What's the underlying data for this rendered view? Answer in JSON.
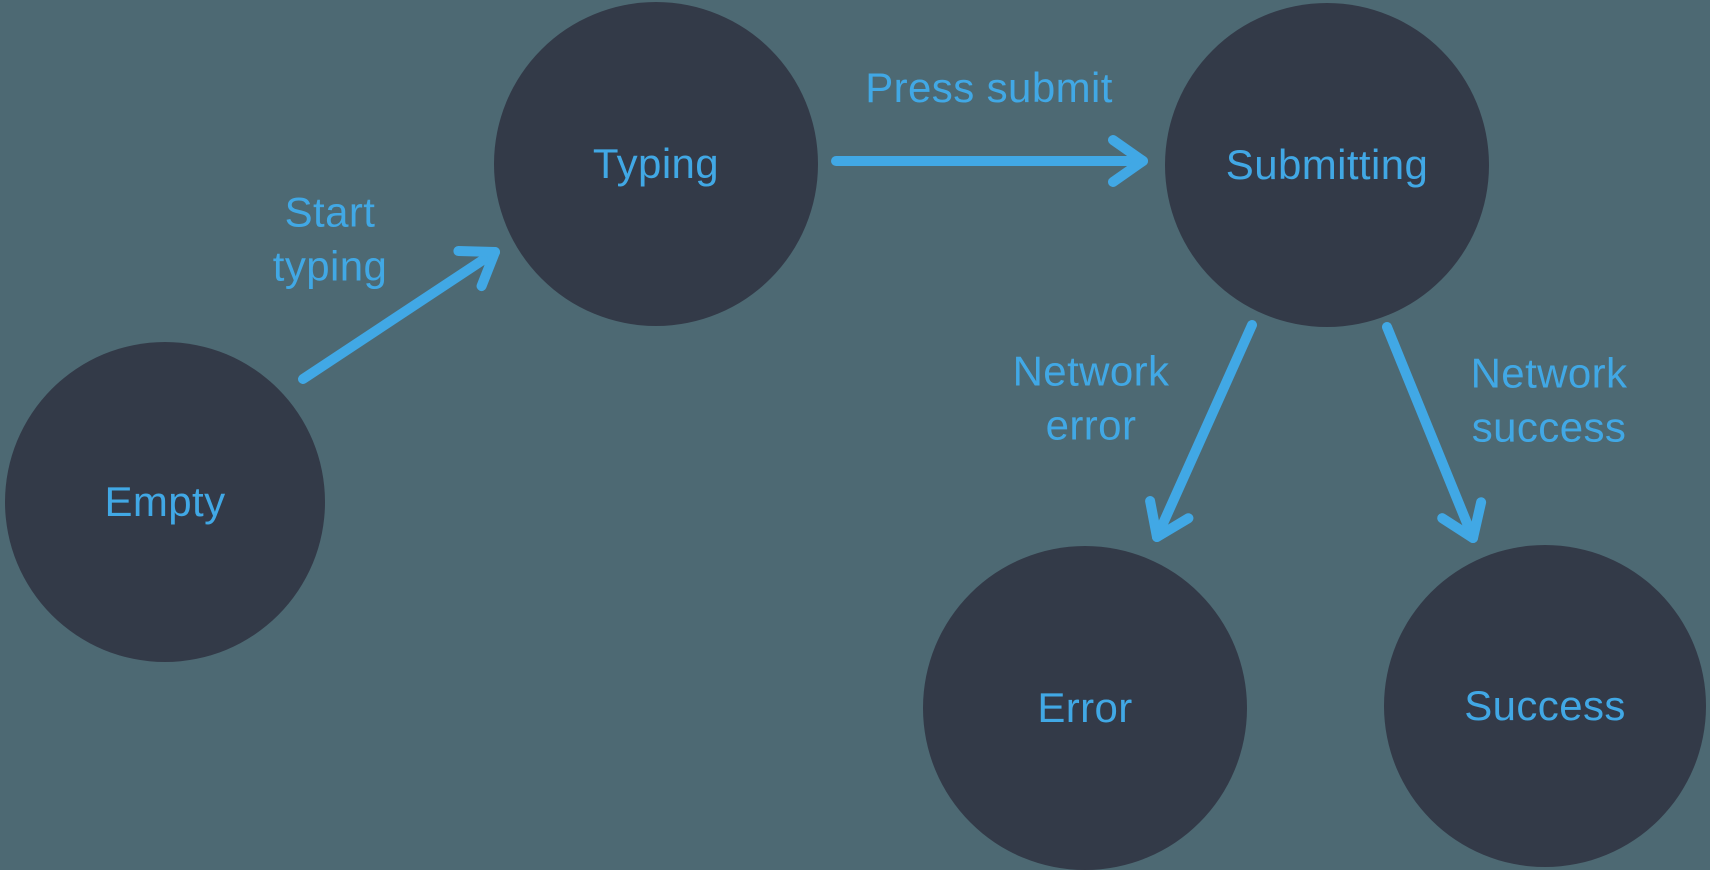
{
  "diagram": {
    "type": "state-machine",
    "nodes": {
      "empty": {
        "label": "Empty"
      },
      "typing": {
        "label": "Typing"
      },
      "submitting": {
        "label": "Submitting"
      },
      "error": {
        "label": "Error"
      },
      "success": {
        "label": "Success"
      }
    },
    "edges": {
      "start_typing": {
        "label": "Start typing",
        "from": "Empty",
        "to": "Typing"
      },
      "press_submit": {
        "label": "Press submit",
        "from": "Typing",
        "to": "Submitting"
      },
      "network_error": {
        "label": "Network error",
        "from": "Submitting",
        "to": "Error"
      },
      "network_success": {
        "label": "Network success",
        "from": "Submitting",
        "to": "Success"
      }
    },
    "colors": {
      "background": "#4d6973",
      "node_fill": "#333a48",
      "accent": "#41a8e5"
    }
  }
}
